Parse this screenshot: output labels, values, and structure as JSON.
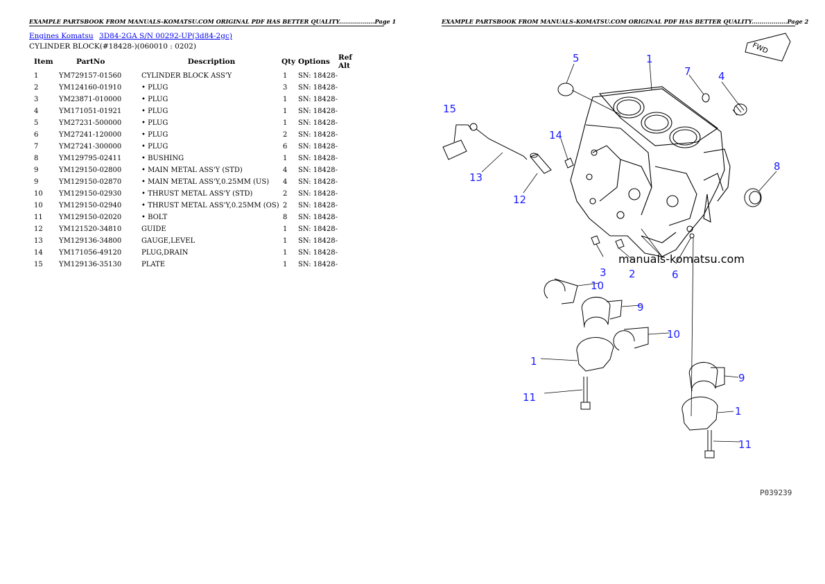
{
  "page1": {
    "header": "EXAMPLE PARTSBOOK FROM MANUALS-KOMATSU.COM ORIGINAL PDF HAS BETTER QUALITY..................Page 1",
    "breadcrumb": [
      "Engines Komatsu",
      "3D84-2GA S/N 00292-UP(3d84-2gc)"
    ],
    "subtitle": "CYLINDER BLOCK(#18428-)(060010 : 0202)",
    "columns": [
      "Item",
      "PartNo",
      "Description",
      "Qty",
      "Options",
      "Ref Alt"
    ],
    "rows": [
      [
        "1",
        "YM729157-01560",
        "CYLINDER BLOCK ASS'Y",
        "1",
        "SN: 18428-",
        ""
      ],
      [
        "2",
        "YM124160-01910",
        "• PLUG",
        "3",
        "SN: 18428-",
        ""
      ],
      [
        "3",
        "YM23871-010000",
        "• PLUG",
        "1",
        "SN: 18428-",
        ""
      ],
      [
        "4",
        "YM171051-01921",
        "• PLUG",
        "1",
        "SN: 18428-",
        ""
      ],
      [
        "5",
        "YM27231-500000",
        "• PLUG",
        "1",
        "SN: 18428-",
        ""
      ],
      [
        "6",
        "YM27241-120000",
        "• PLUG",
        "2",
        "SN: 18428-",
        ""
      ],
      [
        "7",
        "YM27241-300000",
        "• PLUG",
        "6",
        "SN: 18428-",
        ""
      ],
      [
        "8",
        "YM129795-02411",
        "• BUSHING",
        "1",
        "SN: 18428-",
        ""
      ],
      [
        "9",
        "YM129150-02800",
        "• MAIN METAL ASS'Y (STD)",
        "4",
        "SN: 18428-",
        ""
      ],
      [
        "9",
        "YM129150-02870",
        "• MAIN METAL ASS'Y,0.25MM (US)",
        "4",
        "SN: 18428-",
        ""
      ],
      [
        "10",
        "YM129150-02930",
        "• THRUST METAL ASS'Y (STD)",
        "2",
        "SN: 18428-",
        ""
      ],
      [
        "10",
        "YM129150-02940",
        "• THRUST METAL ASS'Y,0.25MM (OS)",
        "2",
        "SN: 18428-",
        ""
      ],
      [
        "11",
        "YM129150-02020",
        "• BOLT",
        "8",
        "SN: 18428-",
        ""
      ],
      [
        "12",
        "YM121520-34810",
        "GUIDE",
        "1",
        "SN: 18428-",
        ""
      ],
      [
        "13",
        "YM129136-34800",
        "GAUGE,LEVEL",
        "1",
        "SN: 18428-",
        ""
      ],
      [
        "14",
        "YM171056-49120",
        "PLUG,DRAIN",
        "1",
        "SN: 18428-",
        ""
      ],
      [
        "15",
        "YM129136-35130",
        "PLATE",
        "1",
        "SN: 18428-",
        ""
      ]
    ]
  },
  "page2": {
    "header": "EXAMPLE PARTSBOOK FROM MANUALS-KOMATSU.COM ORIGINAL PDF HAS BETTER QUALITY..................Page 2",
    "watermark": "manuals-komatsu.com",
    "figure_code": "P039239",
    "fwd_label": "FWD",
    "callouts": {
      "c5": "5",
      "c1a": "1",
      "c7": "7",
      "c4": "4",
      "c15": "15",
      "c14": "14",
      "c8": "8",
      "c13": "13",
      "c12": "12",
      "c3": "3",
      "c2": "2",
      "c6": "6",
      "c10a": "10",
      "c9a": "9",
      "c10b": "10",
      "c1b": "1",
      "c11a": "11",
      "c9b": "9",
      "c1c": "1",
      "c11b": "11"
    },
    "colors": {
      "callout": "#1a1aff",
      "link": "#0000ee"
    }
  }
}
